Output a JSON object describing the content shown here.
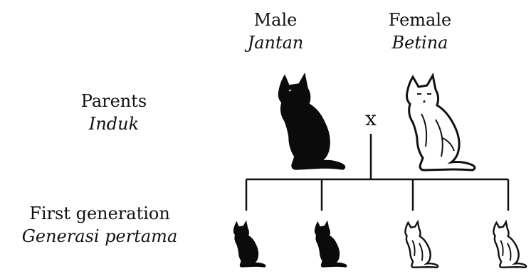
{
  "columns": {
    "male": {
      "label": "Male",
      "label_translation": "Jantan"
    },
    "female": {
      "label": "Female",
      "label_translation": "Betina"
    }
  },
  "rows": {
    "parents": {
      "label": "Parents",
      "label_translation": "Induk"
    },
    "first_generation": {
      "label": "First generation",
      "label_translation": "Generasi pertama"
    }
  },
  "cross_symbol": "x",
  "offspring": [
    {
      "fur": "black"
    },
    {
      "fur": "black"
    },
    {
      "fur": "white"
    },
    {
      "fur": "white"
    }
  ],
  "colors": {
    "black_fur": "#0b0b0b",
    "white_fur": "#ffffff",
    "outline": "#111111",
    "line": "#111111"
  }
}
